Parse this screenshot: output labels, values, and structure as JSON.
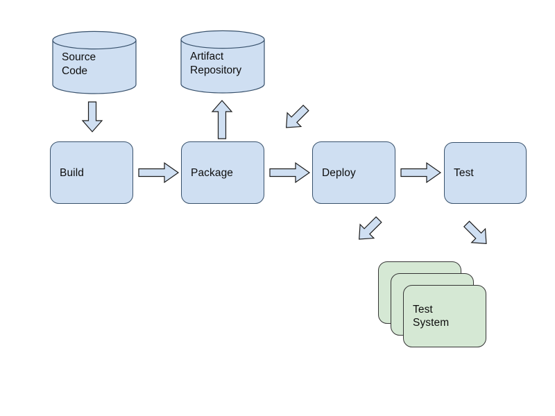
{
  "diagram": {
    "title": "CI/CD pipeline diagram",
    "background_color": "#ffffff",
    "palette": {
      "blue_fill": "#cfdff2",
      "blue_stroke": "#37506b",
      "green_fill": "#d5e8d4",
      "green_stroke": "#333333",
      "arrow_fill": "#cfdff2",
      "arrow_stroke": "#1a1a1a",
      "text_color": "#0d0d0d"
    },
    "nodes": [
      {
        "id": "source-code",
        "kind": "cylinder",
        "label": "Source\nCode",
        "color": "blue"
      },
      {
        "id": "artifact-repository",
        "kind": "cylinder",
        "label": "Artifact\nRepository",
        "color": "blue"
      },
      {
        "id": "build",
        "kind": "process",
        "label": "Build",
        "color": "blue"
      },
      {
        "id": "package",
        "kind": "process",
        "label": "Package",
        "color": "blue"
      },
      {
        "id": "deploy",
        "kind": "process",
        "label": "Deploy",
        "color": "blue"
      },
      {
        "id": "test",
        "kind": "process",
        "label": "Test",
        "color": "blue"
      },
      {
        "id": "test-system",
        "kind": "stack",
        "label": "Test\nSystem",
        "color": "green",
        "stack_count": 3
      }
    ],
    "edges": [
      {
        "id": "source-code-to-build",
        "from": "source-code",
        "to": "build",
        "direction": "down"
      },
      {
        "id": "build-to-package",
        "from": "build",
        "to": "package",
        "direction": "right"
      },
      {
        "id": "package-to-artifact",
        "from": "package",
        "to": "artifact-repository",
        "direction": "up"
      },
      {
        "id": "artifact-to-deploy",
        "from": "artifact-repository",
        "to": "deploy",
        "direction": "down-right"
      },
      {
        "id": "package-to-deploy",
        "from": "package",
        "to": "deploy",
        "direction": "right"
      },
      {
        "id": "deploy-to-test",
        "from": "deploy",
        "to": "test",
        "direction": "right"
      },
      {
        "id": "deploy-to-test-system",
        "from": "deploy",
        "to": "test-system",
        "direction": "down-right"
      },
      {
        "id": "test-to-test-system",
        "from": "test",
        "to": "test-system",
        "direction": "down-left"
      }
    ]
  }
}
